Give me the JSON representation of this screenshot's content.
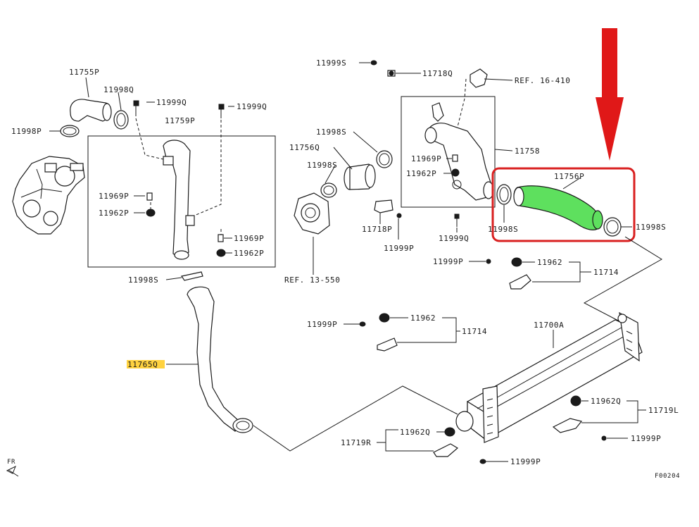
{
  "diagram": {
    "colors": {
      "highlight_fill": "#5ee05e",
      "highlight_box": "#d92020",
      "arrow": "#e01818",
      "label_highlight": "#ffd23f",
      "line": "#1a1a1a"
    },
    "labels": {
      "p11755P": "11755P",
      "p11998Q_top": "11998Q",
      "p11999Q_top": "11999Q",
      "p11999Q_top2": "11999Q",
      "p11998P": "11998P",
      "p11759P": "11759P",
      "p11969P_left": "11969P",
      "p11962P_left": "11962P",
      "p11969P_right": "11969P",
      "p11962P_right": "11962P",
      "p11998S_lower": "11998S",
      "p11765Q": "11765Q",
      "p11999S_top": "11999S",
      "p11718Q": "11718Q",
      "ref_16_410": "REF. 16-410",
      "p11998S_mid1": "11998S",
      "p11756Q": "11756Q",
      "p11998S_mid2": "11998S",
      "ref_13_550": "REF. 13-550",
      "p11718P": "11718P",
      "p11999P_mid": "11999P",
      "p11969P_box": "11969P",
      "p11962P_box": "11962P",
      "p11758": "11758",
      "p11998S_hl_left": "11998S",
      "p11999Q_mid": "11999Q",
      "p11756P": "11756P",
      "p11998S_hl_right": "11998S",
      "p11999P_r1": "11999P",
      "p11962_r1": "11962",
      "p11714_r1": "11714",
      "p11999P_c": "11999P",
      "p11962_c": "11962",
      "p11714_c": "11714",
      "p11700A": "11700A",
      "p11962Q_r": "11962Q",
      "p11719L": "11719L",
      "p11999P_r2": "11999P",
      "p11719R": "11719R",
      "p11962Q_b": "11962Q",
      "p11999P_b": "11999P",
      "fr": "FR",
      "code": "F00204"
    }
  }
}
